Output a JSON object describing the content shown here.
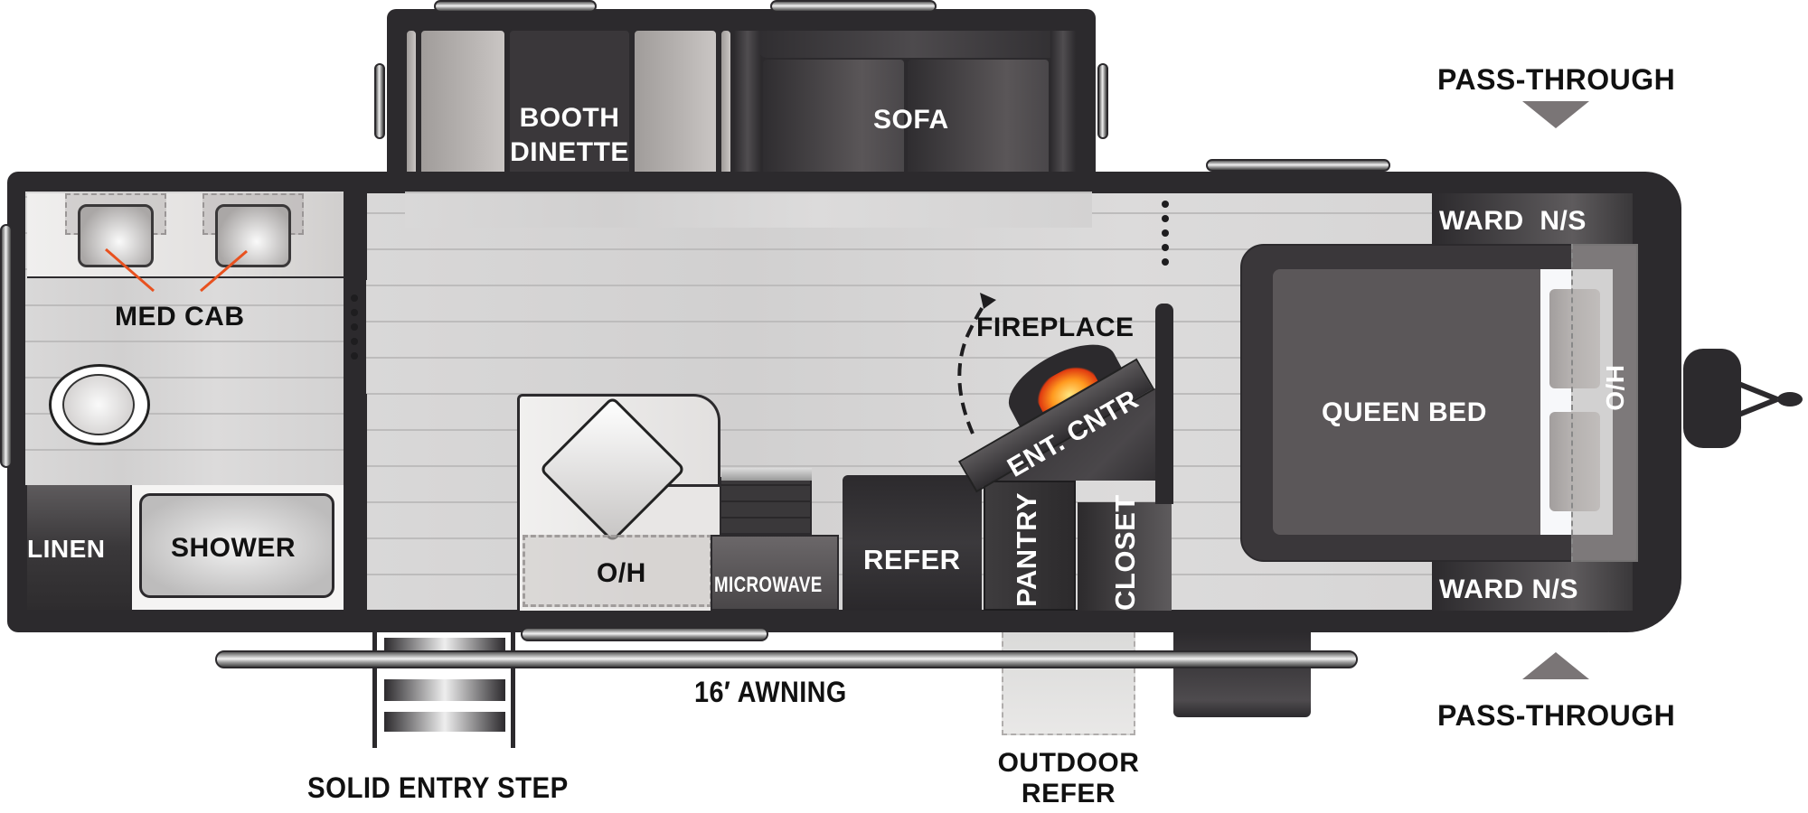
{
  "floorplan": {
    "title_hidden": "",
    "colors": {
      "wall": "#2c2a2d",
      "floor": "#d6d5d5",
      "cabinet_dark": "#3a383b",
      "bed": "#5b5759",
      "accent_orange": "#e8511f",
      "arrow_gray": "#7a7576"
    },
    "slide_out": {
      "booth_dinette": [
        "BOOTH",
        "DINETTE"
      ],
      "sofa": "SOFA"
    },
    "bathroom": {
      "med_cab": "MED CAB",
      "linen": "LINEN",
      "shower": "SHOWER"
    },
    "kitchen": {
      "overhead": "O/H",
      "microwave": "MICROWAVE",
      "refer": "REFER",
      "pantry": "PANTRY",
      "closet": "CLOSET"
    },
    "living": {
      "fireplace": "FIREPLACE",
      "ent_center": "ENT. CNTR"
    },
    "bedroom": {
      "queen_bed": "QUEEN BED",
      "overhead": "H/O",
      "ward_top": "WARD  N/S",
      "ward_bottom": "WARD N/S"
    },
    "exterior": {
      "pass_through_top": "PASS-THROUGH",
      "pass_through_bottom": "PASS-THROUGH",
      "awning": "16′ AWNING",
      "entry_step": "SOLID ENTRY STEP",
      "outdoor_refer": [
        "OUTDOOR",
        "REFER"
      ]
    }
  }
}
